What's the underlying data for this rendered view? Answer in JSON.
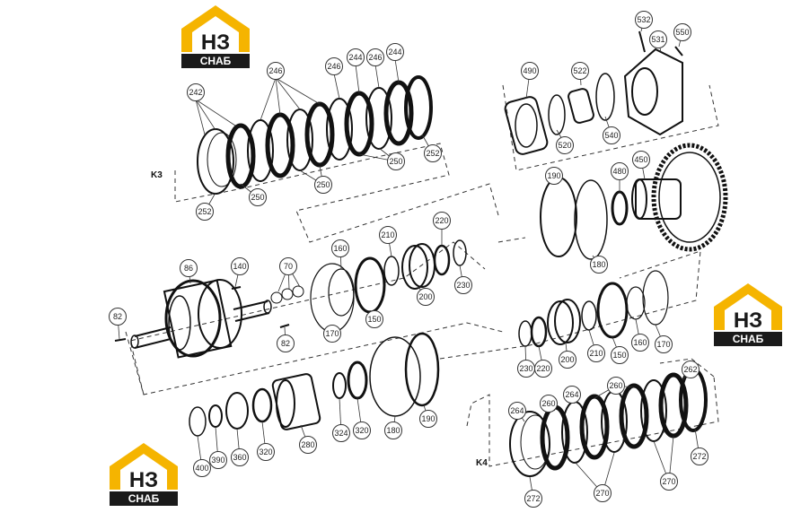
{
  "brand": {
    "mark": "НЗ",
    "name": "СНАБ",
    "color_accent": "#f5b400",
    "color_dark": "#1a1a1a"
  },
  "groups": {
    "k3": "K3",
    "k4": "K4"
  },
  "parts": {
    "p242": "242",
    "p246a": "246",
    "p246b": "246",
    "p244a": "244",
    "p246c": "246",
    "p244b": "244",
    "p252a": "252",
    "p250a": "250",
    "p250b": "250",
    "p250c": "250",
    "p252b": "252",
    "p490": "490",
    "p522": "522",
    "p532": "532",
    "p531": "531",
    "p550": "550",
    "p520": "520",
    "p540": "540",
    "p190a": "190",
    "p480": "480",
    "p450": "450",
    "p180a": "180",
    "p160a": "160",
    "p210a": "210",
    "p220a": "220",
    "p86": "86",
    "p140": "140",
    "p70": "70",
    "p82a": "82",
    "p82b": "82",
    "p170a": "170",
    "p150a": "150",
    "p200a": "200",
    "p230a": "230",
    "p230b": "230",
    "p220b": "220",
    "p200b": "200",
    "p210b": "210",
    "p150b": "150",
    "p160b": "160",
    "p170b": "170",
    "p400": "400",
    "p390": "390",
    "p360": "360",
    "p320a": "320",
    "p280": "280",
    "p324": "324",
    "p320b": "320",
    "p180b": "180",
    "p190b": "190",
    "p264a": "264",
    "p260a": "260",
    "p264b": "264",
    "p260b": "260",
    "p262": "262",
    "p272a": "272",
    "p270a": "270",
    "p270b": "270",
    "p272b": "272"
  }
}
